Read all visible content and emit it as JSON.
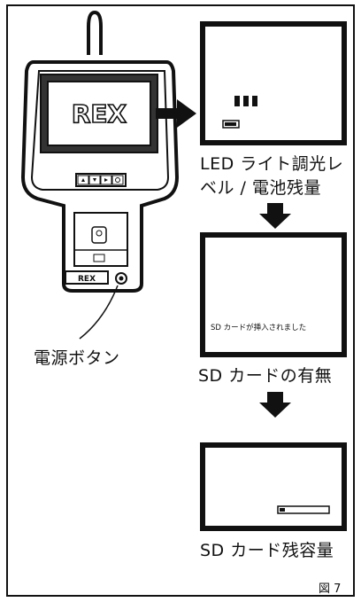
{
  "device": {
    "screen_logo": "REX",
    "body_logo": "REX"
  },
  "labels": {
    "led_label_line1": "LED ライト調光レ",
    "led_label_line2": "ベル / 電池残量",
    "sd_presence": "SD カードの有無",
    "sd_remaining": "SD カード残容量",
    "power_button": "電源ボタン"
  },
  "screens": {
    "sd_inserted_message": "SD カードが挿入されました"
  },
  "figure_number": "図 7"
}
